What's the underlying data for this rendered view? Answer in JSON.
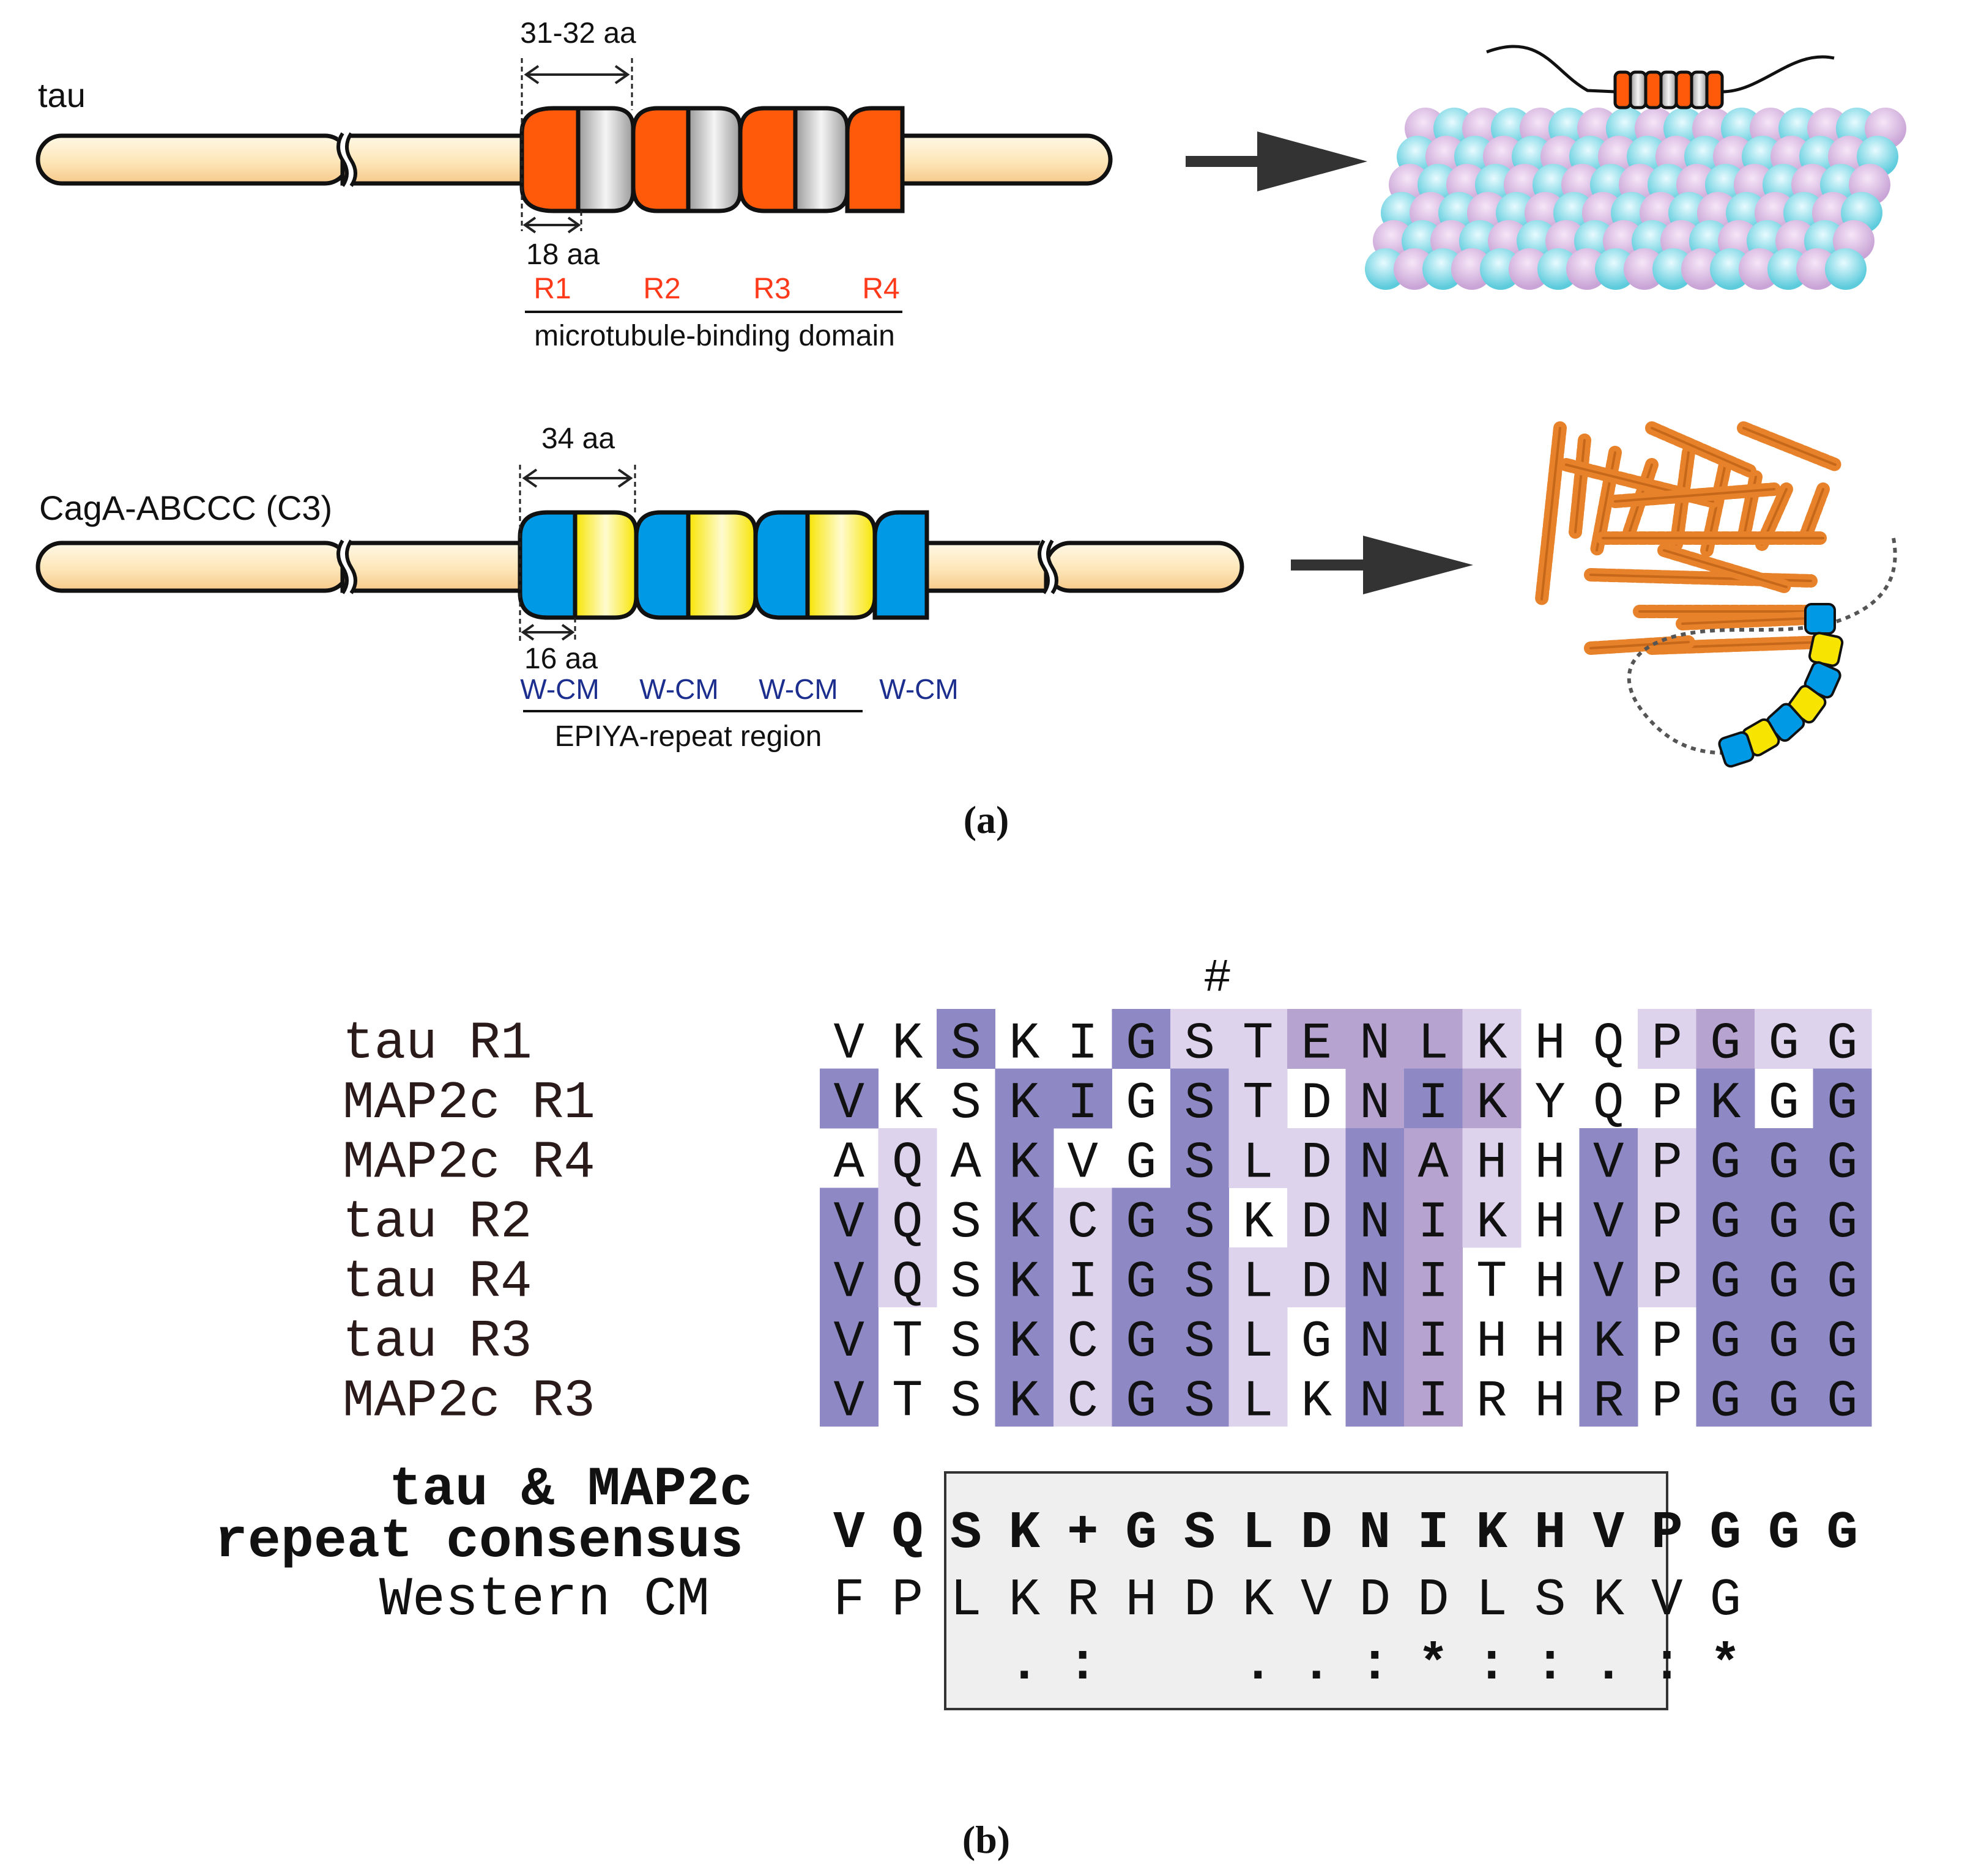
{
  "panel_a": {
    "caption": "(a)",
    "tau": {
      "name": "tau",
      "repeat_length": "31-32 aa",
      "sub_length": "18 aa",
      "repeat_labels": [
        "R1",
        "R2",
        "R3",
        "R4"
      ],
      "domain_label": "microtubule-binding domain"
    },
    "caga": {
      "name": "CagA-ABCCC (C3)",
      "repeat_length": "34 aa",
      "sub_length": "16 aa",
      "repeat_labels": [
        "W-CM",
        "W-CM",
        "W-CM",
        "W-CM"
      ],
      "domain_label": "EPIYA-repeat region"
    }
  },
  "panel_b": {
    "caption": "(b)",
    "hash_mark": "#",
    "rows": [
      {
        "label": "tau R1",
        "seq": "VKSKIGSTENLKHQPGGG",
        "shade": "00300311222100121133"
      },
      {
        "label": "MAP2c R1",
        "seq": "VKSKIGSTDNIKYQPKGG",
        "shade": "300330310232000303"
      },
      {
        "label": "MAP2c R4",
        "seq": "AQAKVGSLDNAHHVPGGG",
        "shade": "010300311321031333"
      },
      {
        "label": "tau R2",
        "seq": "VQSKCGSKDNIKHVPGGG",
        "shade": "310313301321031333"
      },
      {
        "label": "tau R4",
        "seq": "VQSKIGSLDNITHVPGGG",
        "shade": "310313311320031333"
      },
      {
        "label": "tau R3",
        "seq": "VTSKCGSLGNIHHKPGGG",
        "shade": "300313310320030333"
      },
      {
        "label": "MAP2c R3",
        "seq": "VTSKCGSLKNIRHRPGGG",
        "shade": "300313310320030333"
      }
    ],
    "consensus_label_1": "tau & MAP2c",
    "consensus_label_2": "repeat consensus",
    "consensus": [
      "V",
      "Q",
      "S",
      "K",
      "+",
      "G",
      "S",
      "L",
      "D",
      "N",
      "I",
      "K",
      "H",
      "V",
      "P",
      "G",
      "G",
      "G"
    ],
    "western_label": "Western CM",
    "western": [
      "F",
      "P",
      "L",
      "K",
      "R",
      "H",
      "D",
      "K",
      "V",
      "D",
      "D",
      "L",
      "S",
      "K",
      "V",
      "G"
    ],
    "conservation": [
      ".",
      ":",
      "",
      "",
      ".",
      ".",
      ":",
      "*",
      ":",
      ":",
      ".",
      ":",
      "*"
    ],
    "colors": {
      "dark": "#8e89c4",
      "medium": "#b6a3d0",
      "light": "#ddd3ec",
      "box_fill": "#efefef"
    }
  }
}
